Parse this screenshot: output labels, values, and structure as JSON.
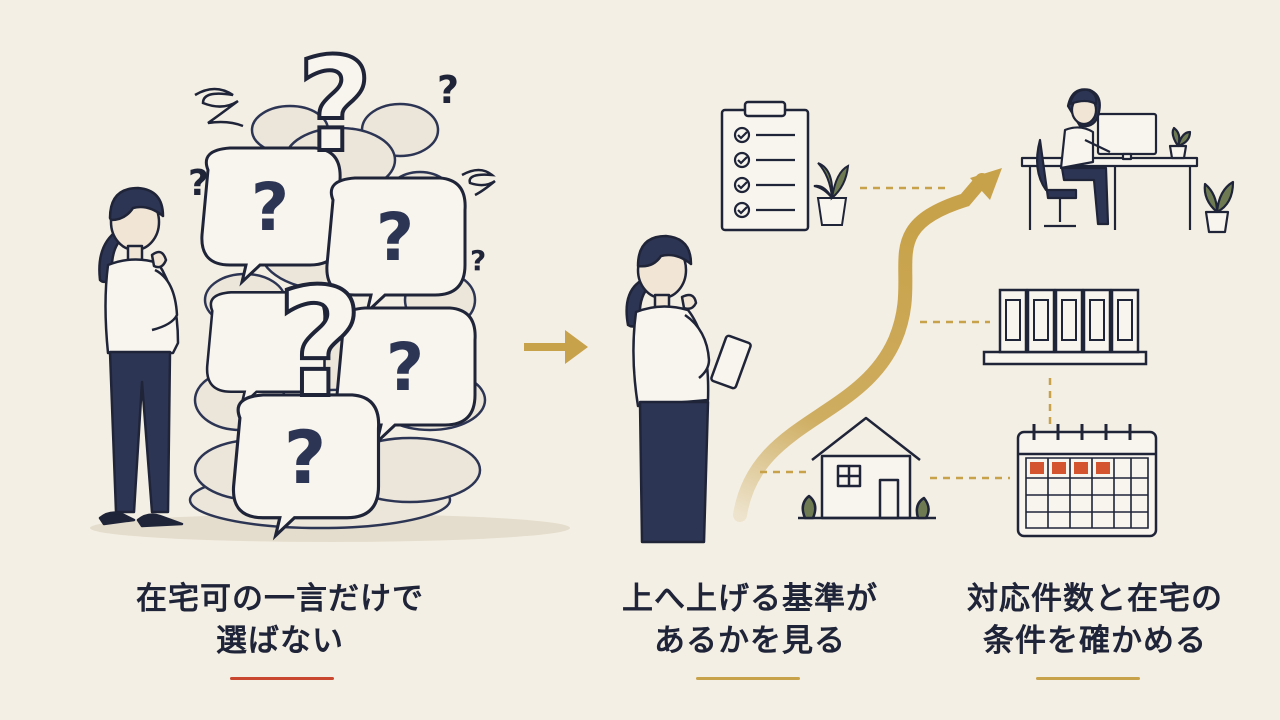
{
  "captions": [
    {
      "line1": "在宅可の一言だけで",
      "line2": "選ばない",
      "underline_color": "#c9472e"
    },
    {
      "line1": "上へ上げる基準が",
      "line2": "あるかを見る",
      "underline_color": "#c8a24a"
    },
    {
      "line1": "対応件数と在宅の",
      "line2": "条件を確かめる",
      "underline_color": "#c8a24a"
    }
  ],
  "colors": {
    "background": "#f4efe4",
    "ink": "#1f2438",
    "navy": "#2d3554",
    "gold": "#c8a24a",
    "accent_red": "#d4542f",
    "bubble_fill": "#f8f5ee"
  },
  "icons": {
    "arrow": "arrow-right-icon",
    "question": "question-mark-icon",
    "clipboard": "checklist-icon",
    "plant": "plant-icon",
    "binders": "binders-icon",
    "house": "house-icon",
    "calendar": "calendar-icon",
    "desk": "desk-worker-icon"
  }
}
